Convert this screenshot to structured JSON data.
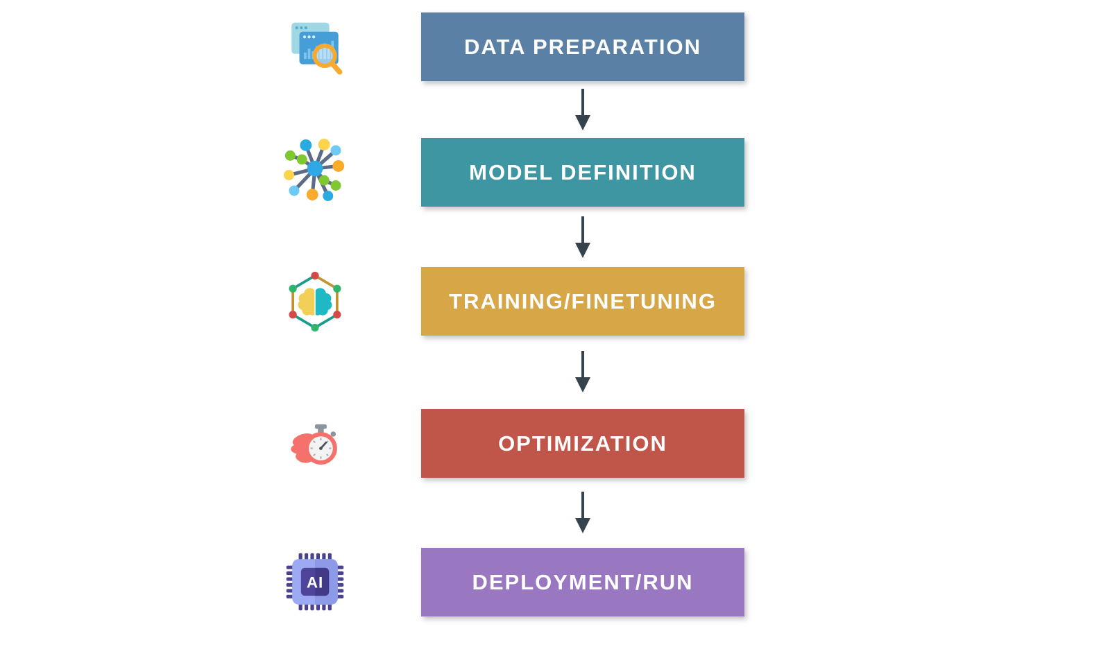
{
  "diagram": {
    "type": "flowchart",
    "direction": "vertical",
    "background_color": "#ffffff",
    "arrow_color": "#36424c",
    "label_text_color": "#ffffff",
    "steps": [
      {
        "label": "DATA PREPARATION",
        "box_color": "#5b80a5",
        "icon": "data-analysis-search-icon"
      },
      {
        "label": "MODEL DEFINITION",
        "box_color": "#3f96a3",
        "icon": "network-nodes-icon"
      },
      {
        "label": "TRAINING/FINETUNING",
        "box_color": "#d7a647",
        "icon": "brain-hexagon-icon"
      },
      {
        "label": "OPTIMIZATION",
        "box_color": "#c05549",
        "icon": "stopwatch-flame-icon"
      },
      {
        "label": "DEPLOYMENT/RUN",
        "box_color": "#9978c1",
        "icon": "ai-chip-icon"
      }
    ],
    "chip_icon_text": "AI"
  }
}
